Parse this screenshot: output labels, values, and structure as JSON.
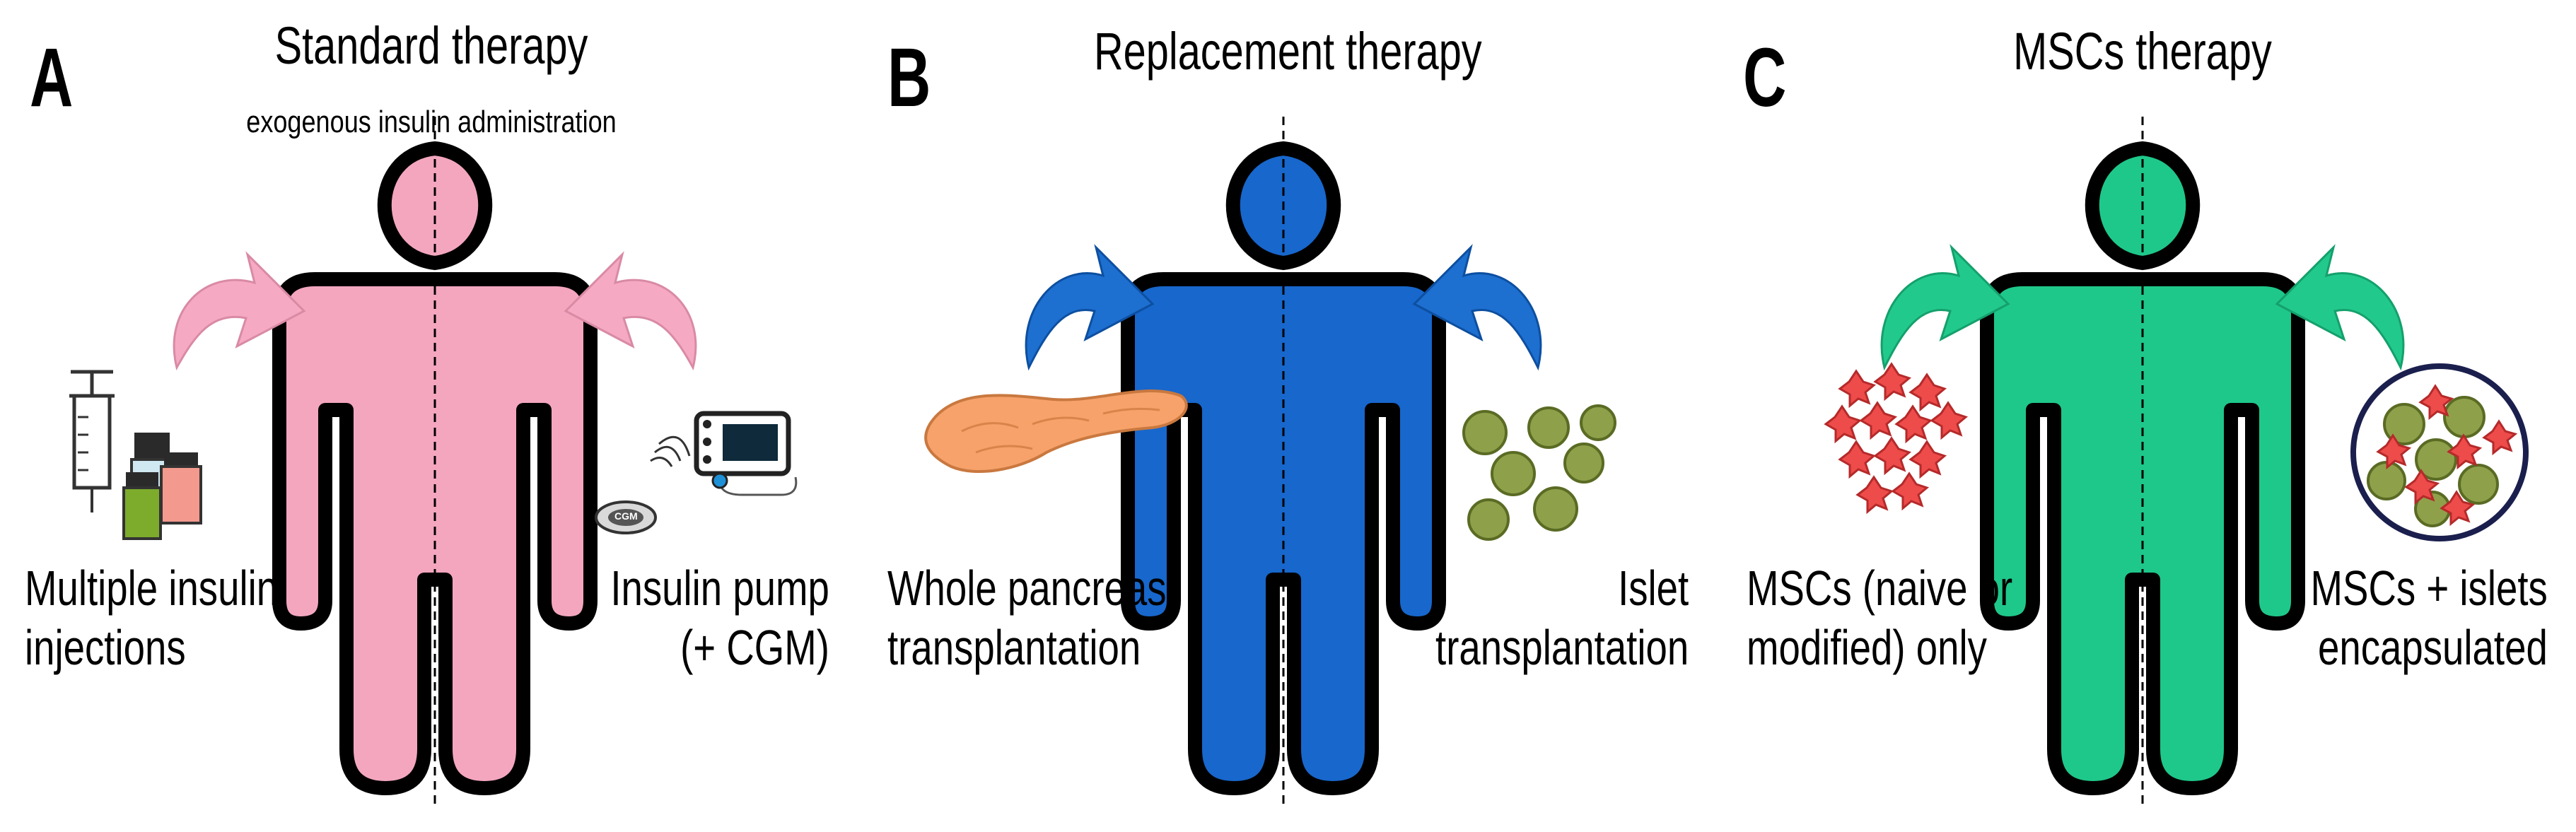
{
  "panels": [
    {
      "letter": "A",
      "title": "Standard therapy",
      "subtitle": "exogenous insulin administration",
      "body_color": "#f4a6bf",
      "arrow_color": "#f6a9c2",
      "left_label": [
        "Multiple insulin",
        "injections"
      ],
      "right_label": [
        "Insulin pump",
        "(+ CGM)"
      ],
      "left_icon": "syringe-and-vials-icon",
      "right_icon": "insulin-pump-icon",
      "cgm_text": "CGM"
    },
    {
      "letter": "B",
      "title": "Replacement therapy",
      "body_color": "#1767cc",
      "arrow_color": "#1d6fd0",
      "left_label": [
        "Whole pancreas",
        "transplantation"
      ],
      "right_label": [
        "Islet",
        "transplantation"
      ],
      "left_icon": "pancreas-icon",
      "right_icon": "islets-icon"
    },
    {
      "letter": "C",
      "title": "MSCs therapy",
      "body_color": "#1ec88a",
      "arrow_color": "#22c98c",
      "left_label": [
        "MSCs (naive or",
        "modified) only"
      ],
      "right_label": [
        "MSCs + islets",
        "encapsulated"
      ],
      "left_icon": "mscs-cluster-icon",
      "right_icon": "encapsulated-capsule-icon"
    }
  ]
}
